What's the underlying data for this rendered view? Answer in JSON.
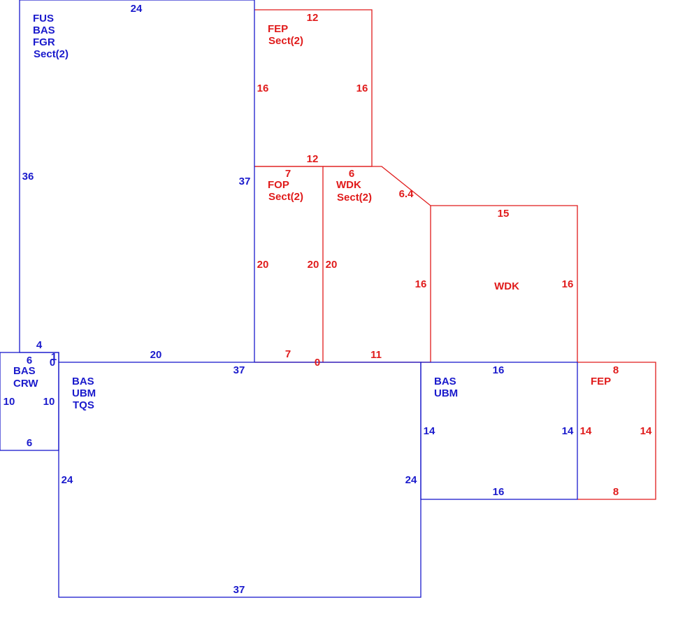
{
  "colors": {
    "primary": "#1a1acc",
    "secondary": "#e01b1b",
    "background": "#ffffff"
  },
  "areas": {
    "main_upper": {
      "codes": [
        "FUS",
        "BAS",
        "FGR",
        "Sect(2)"
      ],
      "dims": {
        "top": "24",
        "left": "36",
        "right": "37",
        "bottom": "20",
        "notch_top": "4",
        "notch_left": "6",
        "notch_right": "1",
        "notch_offset": "0"
      }
    },
    "fep_upper": {
      "codes": [
        "FEP",
        "Sect(2)"
      ],
      "dims": {
        "top": "12",
        "left": "16",
        "right": "16",
        "bottom": "12"
      }
    },
    "fop": {
      "codes": [
        "FOP",
        "Sect(2)"
      ],
      "dims": {
        "top": "7",
        "left": "20",
        "right": "20",
        "bottom": "7"
      }
    },
    "wdk_left": {
      "codes": [
        "WDK",
        "Sect(2)"
      ],
      "dims": {
        "top": "6",
        "diagonal": "6.4",
        "left": "20",
        "right": "16",
        "bottom": "11",
        "bottom_offset": "0"
      }
    },
    "wdk_right": {
      "codes": [
        "WDK"
      ],
      "dims": {
        "top": "15",
        "left": "16",
        "right": "16"
      }
    },
    "crw": {
      "codes": [
        "BAS",
        "CRW"
      ],
      "dims": {
        "top": "6",
        "left": "10",
        "right": "10",
        "bottom": "6"
      }
    },
    "main_lower": {
      "codes": [
        "BAS",
        "UBM",
        "TQS"
      ],
      "dims": {
        "top": "37",
        "left": "24",
        "right": "24",
        "bottom": "37"
      }
    },
    "ubm_right": {
      "codes": [
        "BAS",
        "UBM"
      ],
      "dims": {
        "top": "16",
        "left": "14",
        "right": "14",
        "bottom": "16"
      }
    },
    "fep_lower": {
      "codes": [
        "FEP"
      ],
      "dims": {
        "top": "8",
        "left": "14",
        "right": "14",
        "bottom": "8"
      }
    }
  }
}
